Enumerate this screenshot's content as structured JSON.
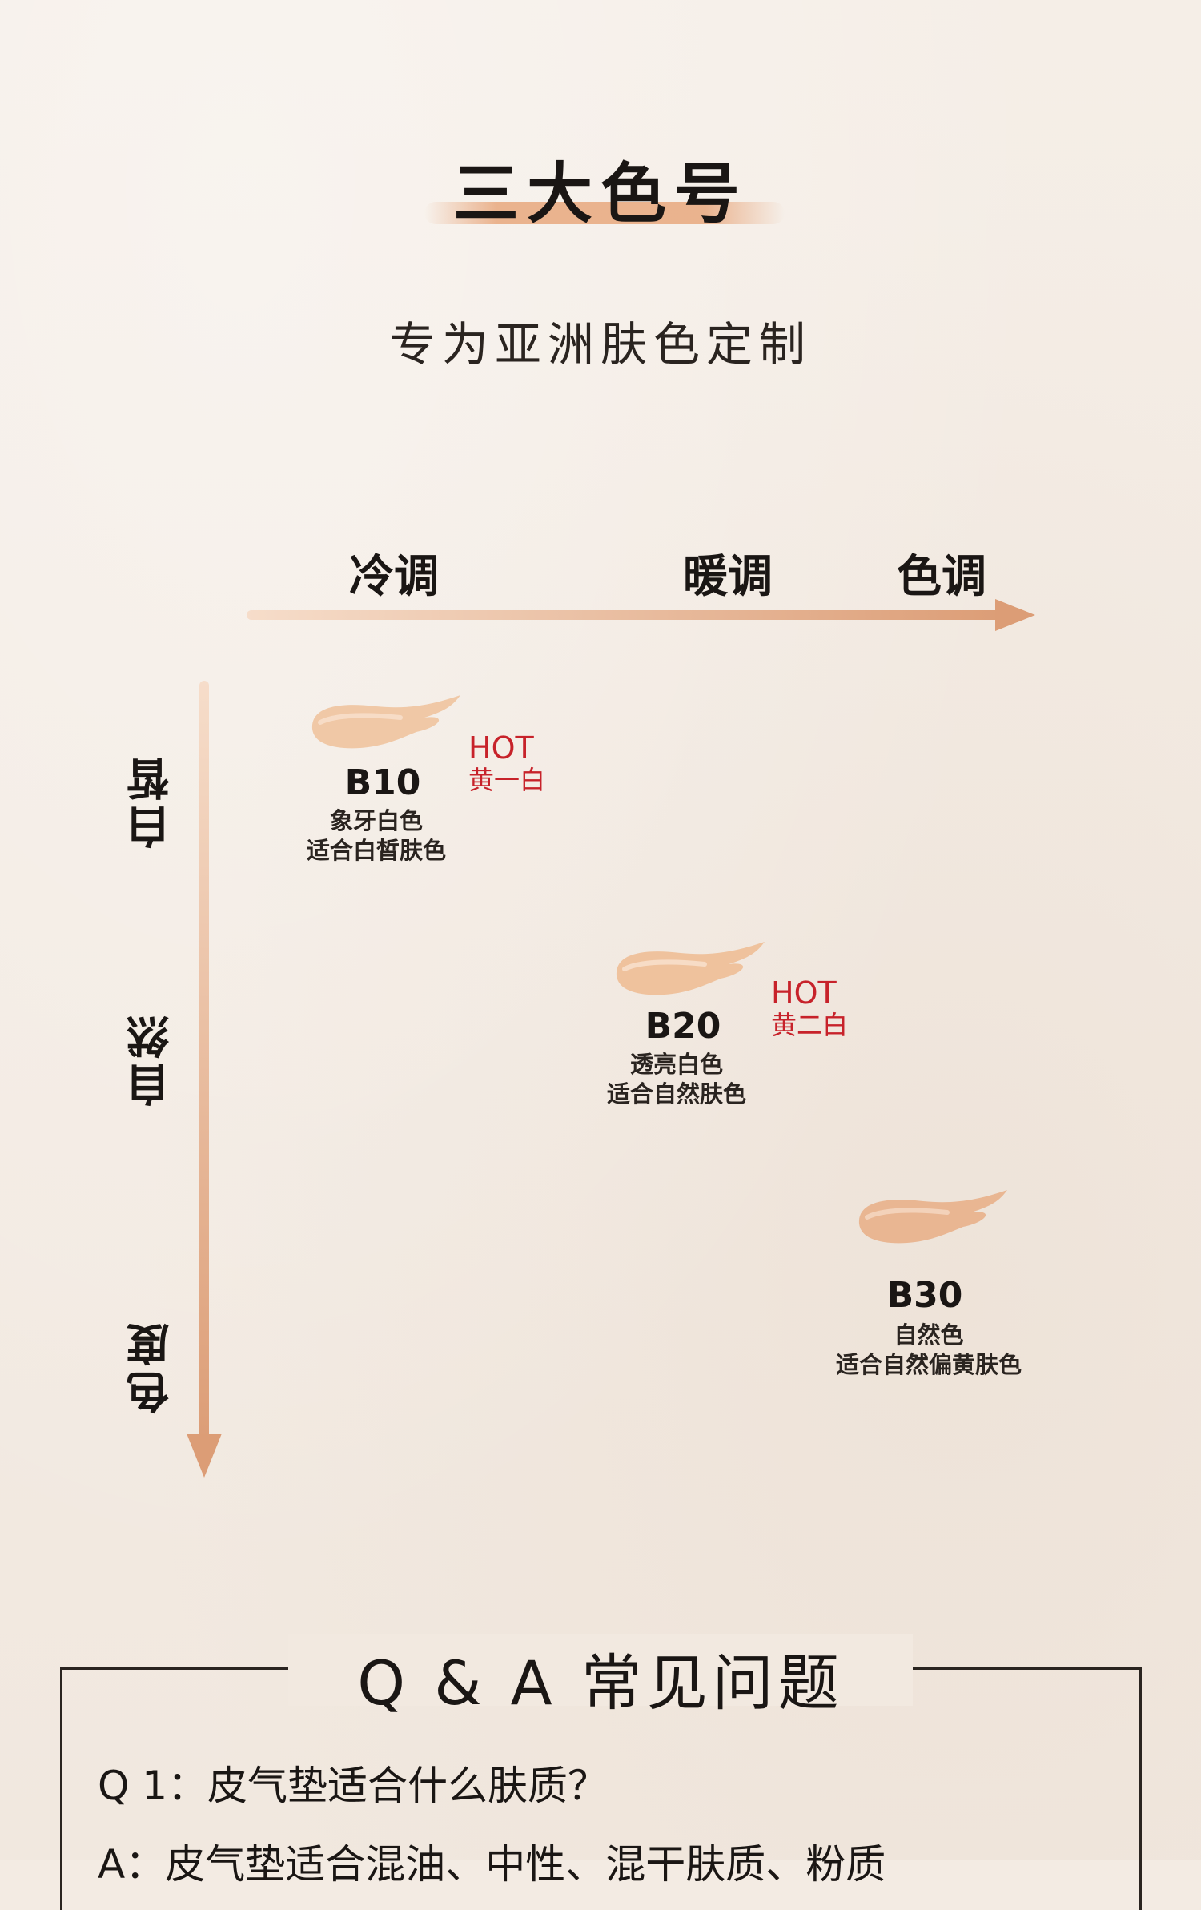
{
  "header": {
    "title": "三大色号",
    "subtitle": "专为亚洲肤色定制"
  },
  "axes": {
    "horizontal": {
      "cool": "冷调",
      "warm": "暖调",
      "name": "色调"
    },
    "vertical": {
      "fair": "白皙",
      "natural": "自然",
      "name": "色度"
    }
  },
  "shades": [
    {
      "code": "B10",
      "desc1": "象牙白色",
      "desc2": "适合白皙肤色",
      "hot": "HOT",
      "hot_sub": "黄一白",
      "color": "#f0c8a6"
    },
    {
      "code": "B20",
      "desc1": "透亮白色",
      "desc2": "适合自然肤色",
      "hot": "HOT",
      "hot_sub": "黄二白",
      "color": "#efc29d"
    },
    {
      "code": "B30",
      "desc1": "自然色",
      "desc2": "适合自然偏黄肤色",
      "color": "#e9b692"
    }
  ],
  "qa": {
    "title": "Q & A 常见问题",
    "q1": "Q 1：皮气垫适合什么肤质？",
    "a1": "A：皮气垫适合混油、中性、混干肤质、粉质"
  },
  "colors": {
    "accent": "#e8a87e",
    "hot": "#c7222a",
    "background": "#f3ebe3"
  }
}
